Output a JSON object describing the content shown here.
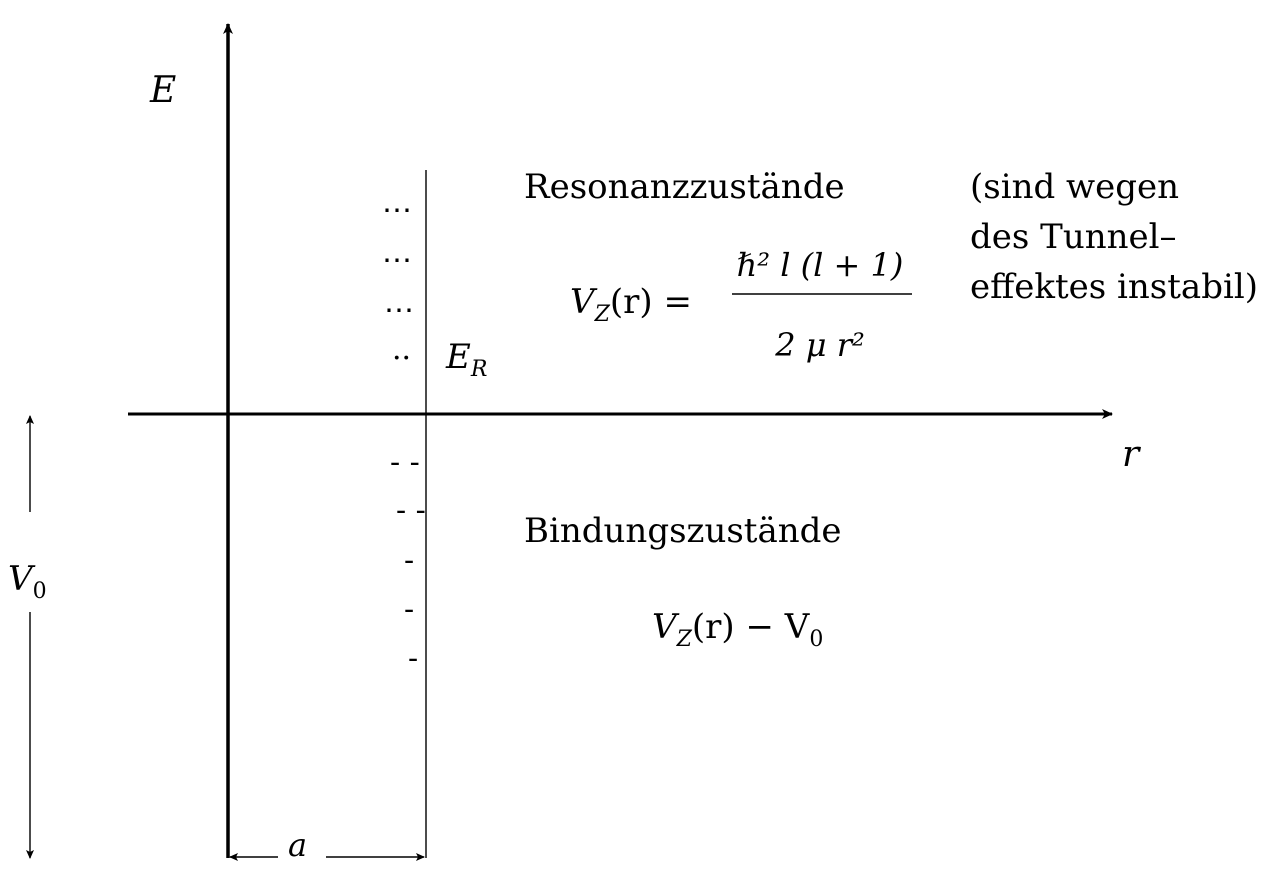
{
  "axes": {
    "y_label": "E",
    "x_label": "r"
  },
  "resonance": {
    "title": "Resonanzzustände",
    "formula": {
      "lhs": "V",
      "lhs_sub": "Z",
      "lhs_arg": "(r) =",
      "num": "ℏ² l (l + 1)",
      "den": "2 μ r²"
    },
    "level_label": "E",
    "level_label_sub": "R",
    "dots": [
      "⋯",
      "⋯",
      "⋯",
      "··"
    ]
  },
  "note_lines": [
    "(sind wegen",
    "des Tunnel–",
    "effektes instabil)"
  ],
  "binding": {
    "title": "Bindungszustände",
    "formula": {
      "lhs": "V",
      "lhs_sub": "Z",
      "rest": "(r) − V",
      "rest_sub": "0"
    },
    "dashes": [
      "- -",
      "- -",
      "-",
      "-",
      "-"
    ]
  },
  "depth": {
    "label": "V",
    "label_sub": "0"
  },
  "width": {
    "label": "a"
  }
}
